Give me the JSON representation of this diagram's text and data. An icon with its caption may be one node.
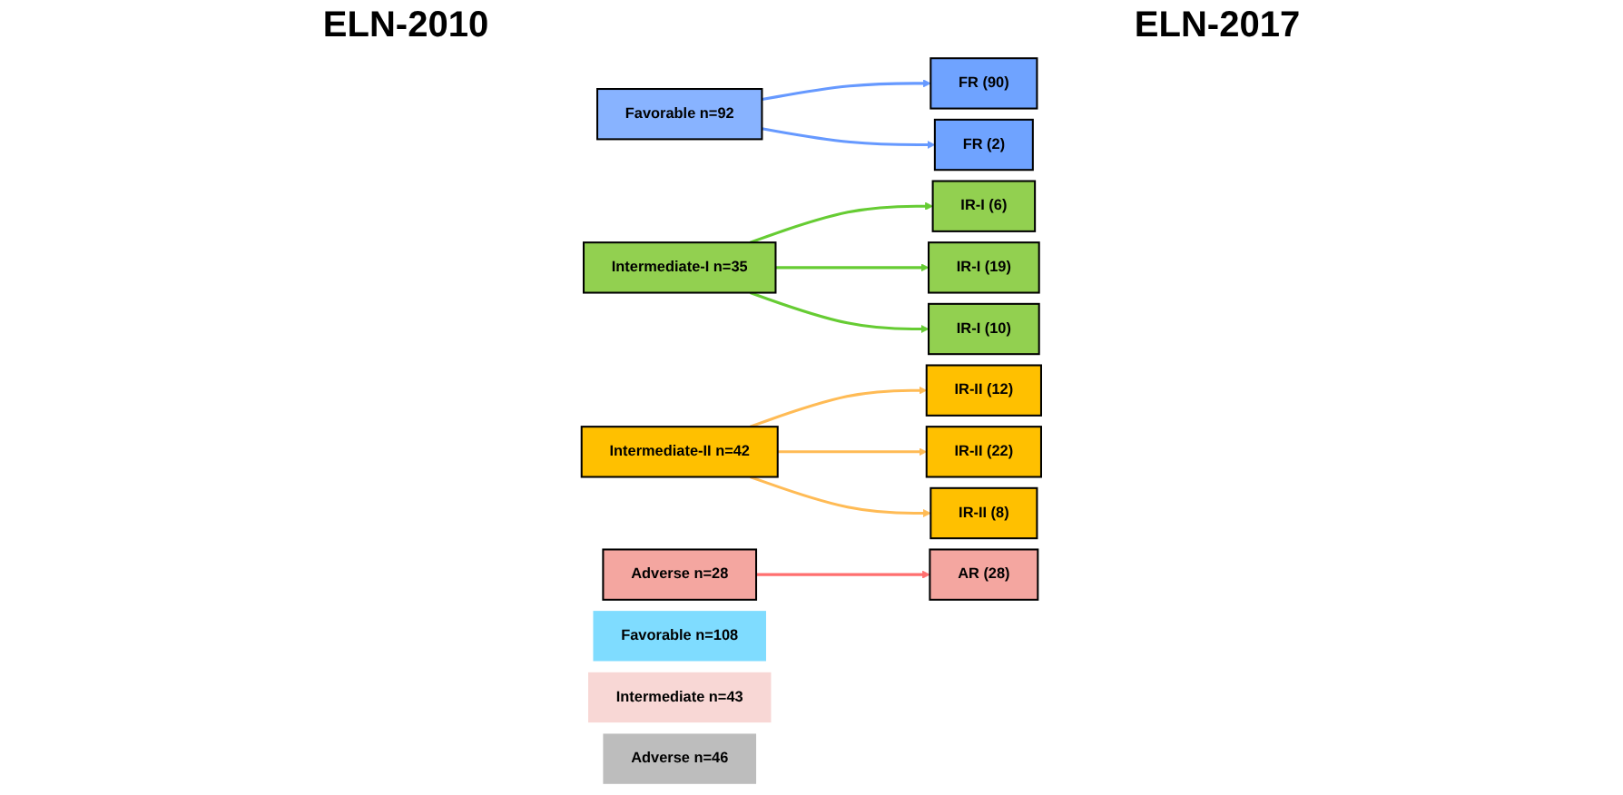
{
  "diagram": {
    "nodes": [
      {
        "text": [
          "Favorable n=92"
        ]
      },
      {
        "text": [
          "Intermediate-I n=35"
        ]
      },
      {
        "text": [
          "Intermediate-II n=42"
        ]
      },
      {
        "text": [
          "Adverse n=28"
        ]
      },
      {
        "text": [
          "FR (90)"
        ]
      },
      {
        "text": [
          "IR-I (6)"
        ]
      },
      {
        "text": [
          "IR-II (12)"
        ]
      },
      {
        "text": [
          "Favorable n=108"
        ]
      },
      {
        "text": [
          "FR (2)"
        ]
      },
      {
        "text": [
          "IR-I (19)"
        ]
      },
      {
        "text": [
          "IR-II (22)"
        ]
      },
      {
        "text": [
          "Intermediate n=43"
        ]
      },
      {
        "text": [
          "IR-I (10)"
        ]
      },
      {
        "text": [
          "IR-II (8)"
        ]
      },
      {
        "text": [
          "AR (28)"
        ]
      },
      {
        "text": [
          "Adverse n=46"
        ]
      }
    ],
    "edges": [
      {
        "from": 0,
        "to": 4,
        "arrow": "to",
        "color": "#6699ff"
      },
      {
        "from": 0,
        "to": 8,
        "arrow": "to",
        "color": "#6699ff"
      },
      {
        "from": 1,
        "to": 5,
        "arrow": "to",
        "color": "#66cc33"
      },
      {
        "from": 1,
        "to": 9,
        "arrow": "to",
        "color": "#66cc33"
      },
      {
        "from": 1,
        "to": 12,
        "arrow": "to",
        "color": "#66cc33"
      },
      {
        "from": 2,
        "to": 6,
        "arrow": "to",
        "color": "#ffbb55"
      },
      {
        "from": 2,
        "to": 10,
        "arrow": "to",
        "color": "#ffbb55"
      },
      {
        "from": 2,
        "to": 13,
        "arrow": "to",
        "color": "#ffbb55"
      },
      {
        "from": 3,
        "to": 14,
        "arrow": "to",
        "color": "#ff6f6f"
      }
    ],
    "labels": [
      "ELN-2010",
      "ELN-2017"
    ]
  }
}
